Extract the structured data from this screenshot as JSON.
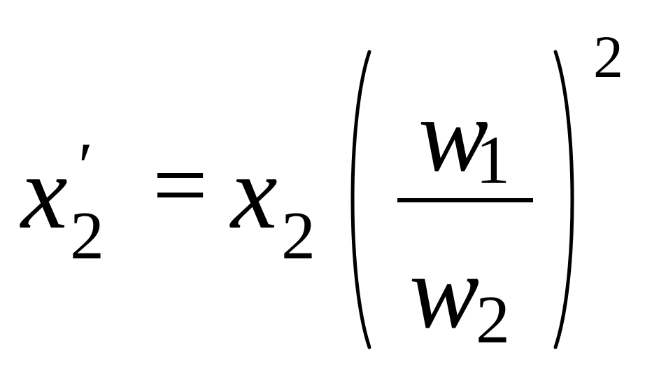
{
  "formula": {
    "lhs": {
      "variable": "x",
      "subscript": "2",
      "prime": "′"
    },
    "equals": "=",
    "rhs": {
      "variable": "x",
      "subscript": "2",
      "fraction": {
        "numerator": {
          "variable": "w",
          "subscript": "1"
        },
        "denominator": {
          "variable": "w",
          "subscript": "2"
        }
      },
      "exponent": "2"
    }
  }
}
